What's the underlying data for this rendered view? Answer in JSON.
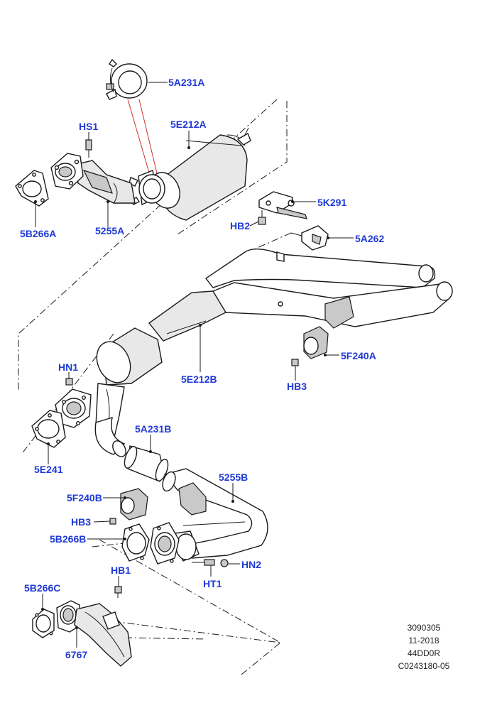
{
  "callouts": {
    "c5A231A": "5A231A",
    "cHS1": "HS1",
    "c5E212A": "5E212A",
    "c5B266A": "5B266A",
    "c5255A": "5255A",
    "c5K291": "5K291",
    "cHB2": "HB2",
    "c5A262": "5A262",
    "c5F240A": "5F240A",
    "cHB3a": "HB3",
    "cHN1": "HN1",
    "c5E212B": "5E212B",
    "c5E241": "5E241",
    "c5A231B": "5A231B",
    "c5255B": "5255B",
    "c5F240B": "5F240B",
    "cHB3b": "HB3",
    "c5B266B": "5B266B",
    "cHN2": "HN2",
    "cHB1": "HB1",
    "cHT1": "HT1",
    "c5B266C": "5B266C",
    "c6767": "6767"
  },
  "reference": {
    "line1": "3090305",
    "line2": "11-2018",
    "line3": "44DD0R",
    "line4": "C0243180-05"
  }
}
